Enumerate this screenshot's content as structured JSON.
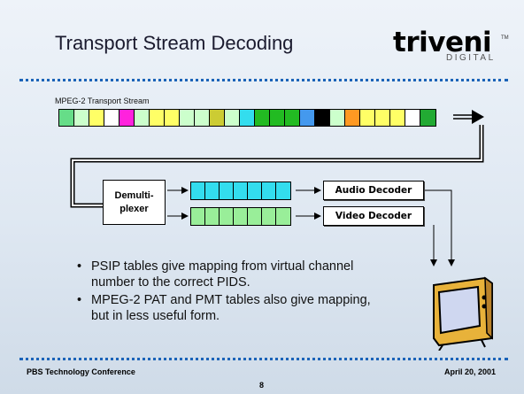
{
  "slide": {
    "title": "Transport Stream Decoding",
    "page_number": "8"
  },
  "logo": {
    "main": "triveni",
    "sub": "DIGITAL",
    "trademark": "TM"
  },
  "diagram": {
    "stream_label": "MPEG-2 Transport Stream",
    "stream_packets": [
      "#66dd88",
      "#ccffcc",
      "#ffff66",
      "#ffffff",
      "#ff22dd",
      "#ccffcc",
      "#ffff66",
      "#ffff66",
      "#ccffcc",
      "#ccffcc",
      "#cccc33",
      "#ccffcc",
      "#33ddee",
      "#22bb22",
      "#22bb22",
      "#22bb22",
      "#4499ee",
      "#000000",
      "#ccffcc",
      "#ff9922",
      "#ffff66",
      "#ffff66",
      "#ffff66",
      "#ffffff",
      "#22aa33"
    ],
    "demultiplexer": "Demulti-plexer",
    "audio_queue": [
      "#33ddee",
      "#33ddee",
      "#33ddee",
      "#33ddee",
      "#33ddee",
      "#33ddee",
      "#33ddee"
    ],
    "video_queue": [
      "#99ee99",
      "#99ee99",
      "#99ee99",
      "#99ee99",
      "#99ee99",
      "#99ee99",
      "#99ee99"
    ],
    "audio_decoder": "Audio Decoder",
    "video_decoder": "Video Decoder"
  },
  "bullets": [
    "PSIP tables give mapping from virtual channel number to the correct PIDS.",
    "MPEG-2 PAT and PMT tables also give mapping, but in less useful form."
  ],
  "footer": {
    "left": "PBS Technology Conference",
    "right": "April 20, 2001"
  },
  "colors": {
    "accent_dotted_line": "#1b63b8",
    "tv_body": "#e8b23a",
    "tv_screen": "#cfd7f0"
  }
}
